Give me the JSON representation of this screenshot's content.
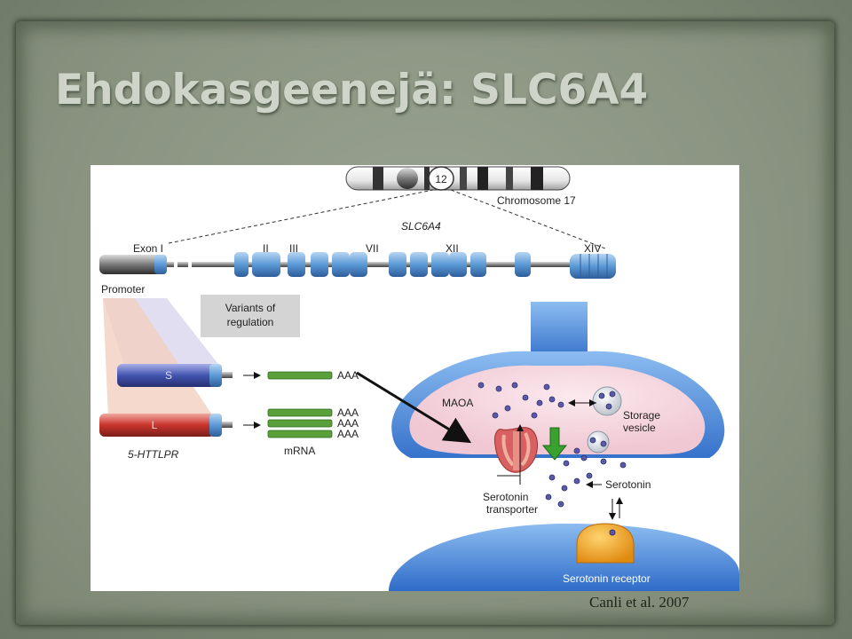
{
  "slide": {
    "title": "Ehdokasgeenejä: SLC6A4",
    "citation": "Canli et al. 2007"
  },
  "figure": {
    "chromosome_number": "12",
    "chromosome_label": "Chromosome 17",
    "gene_label": "SLC6A4",
    "exon_labels": {
      "exon1": "Exon I",
      "ii": "II",
      "iii": "III",
      "vii": "VII",
      "xii": "XII",
      "xiv": "XIV"
    },
    "promoter_label": "Promoter",
    "variants_box": {
      "line1": "Variants of",
      "line2": "regulation"
    },
    "allele_s": "S",
    "allele_l": "L",
    "httlpr_label": "5-HTTLPR",
    "mrna_label": "mRNA",
    "poly_a": "AAA",
    "maoa_label": "MAOA",
    "storage_vesicle": {
      "line1": "Storage",
      "line2": "vesicle"
    },
    "serotonin_label": "Serotonin",
    "transporter_label": {
      "line1": "Serotonin",
      "line2": "transporter"
    },
    "receptor_label": "Serotonin receptor",
    "colors": {
      "membrane_blue": "#3f7fd6",
      "exon_blue": "#5b9ad6",
      "s_allele": "#3f4fa8",
      "l_allele": "#c8342c",
      "mrna_green": "#5aa03a",
      "arrow_green": "#3aa030",
      "synapse_pink": "#f4dbe3",
      "serotonin_dot": "#5a5aa8",
      "receptor_orange": "#f0a020"
    }
  }
}
